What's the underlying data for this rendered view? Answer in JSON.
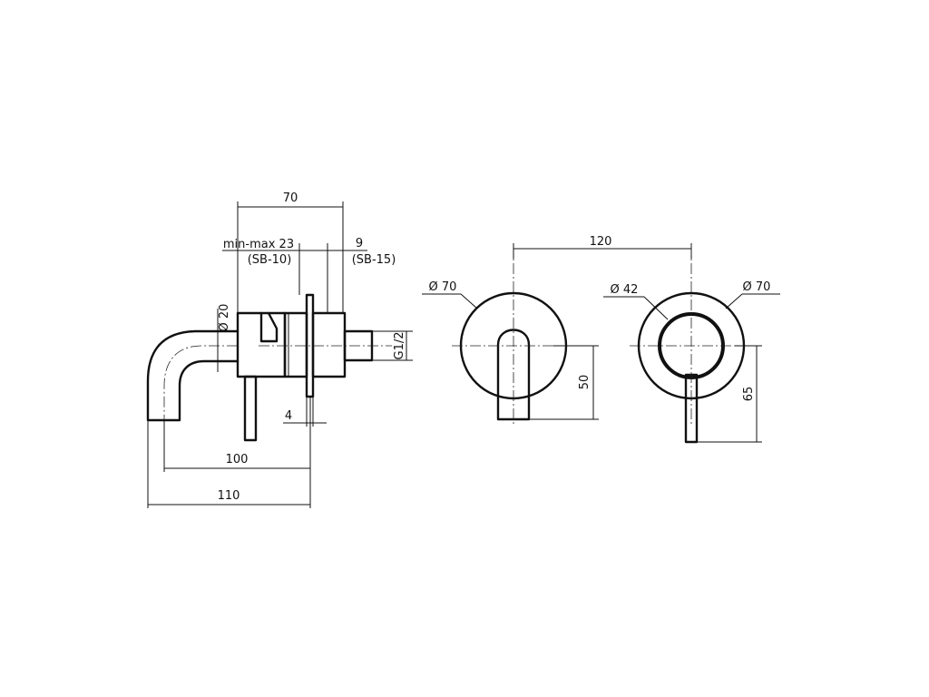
{
  "drawing": {
    "side_view": {
      "dim_overall_depth": "70",
      "dim_min_max_label": "min-max 23",
      "dim_min_max_note": "(SB-10)",
      "dim_thread_length": "9",
      "dim_thread_note": "(SB-15)",
      "dim_spout_diameter": "Ø 20",
      "dim_thread": "G1/2",
      "dim_plate_thickness": "4",
      "dim_projection_axis": "100",
      "dim_projection_total": "110"
    },
    "front_view": {
      "dim_plate_diameter": "Ø 70",
      "dim_spout_height": "50"
    },
    "center_distance": "120",
    "rear_view": {
      "dim_knob_diameter": "Ø 42",
      "dim_plate_diameter": "Ø 70",
      "dim_lever_height": "65"
    }
  }
}
